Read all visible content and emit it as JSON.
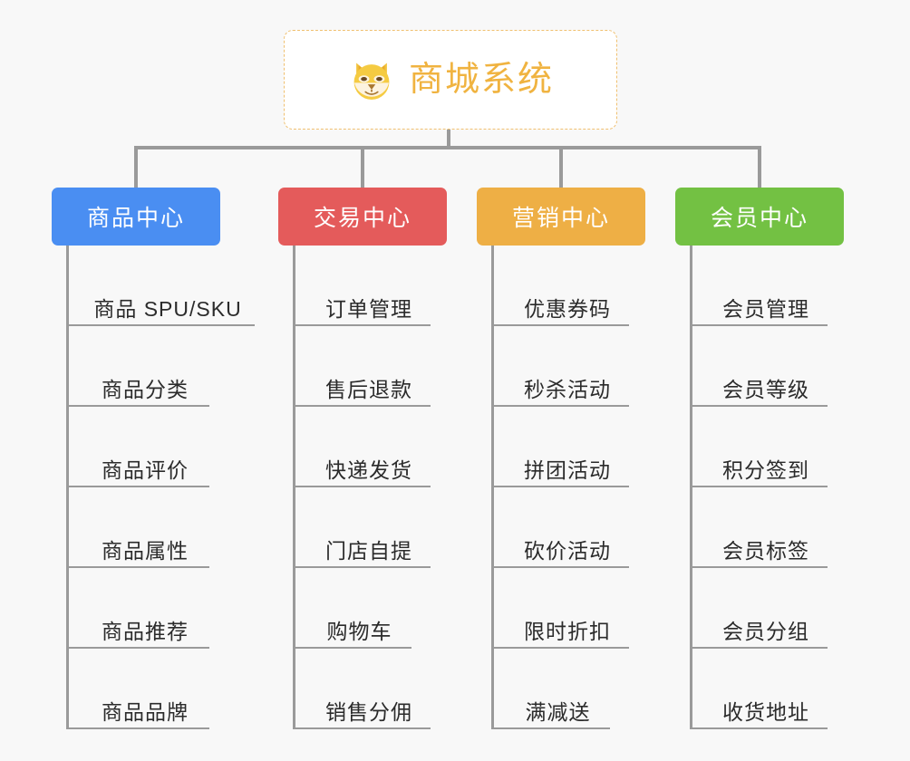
{
  "page": {
    "background_color": "#f8f8f8",
    "connector_color": "#9a9a9a",
    "leaf_text_color": "#2b2b2b"
  },
  "root": {
    "title": "商城系统",
    "icon": "shiba-dog-face-icon",
    "text_color": "#f0b340",
    "border_color": "#f0c070",
    "background_color": "#ffffff"
  },
  "categories": [
    {
      "label": "商品中心",
      "color": "#4a8ef2",
      "items": [
        "商品 SPU/SKU",
        "商品分类",
        "商品评价",
        "商品属性",
        "商品推荐",
        "商品品牌"
      ]
    },
    {
      "label": "交易中心",
      "color": "#e45b5b",
      "items": [
        "订单管理",
        "售后退款",
        "快递发货",
        "门店自提",
        "购物车",
        "销售分佣"
      ]
    },
    {
      "label": "营销中心",
      "color": "#eeaf45",
      "items": [
        "优惠券码",
        "秒杀活动",
        "拼团活动",
        "砍价活动",
        "限时折扣",
        "满减送"
      ]
    },
    {
      "label": "会员中心",
      "color": "#73c143",
      "items": [
        "会员管理",
        "会员等级",
        "积分签到",
        "会员标签",
        "会员分组",
        "收货地址"
      ]
    }
  ]
}
